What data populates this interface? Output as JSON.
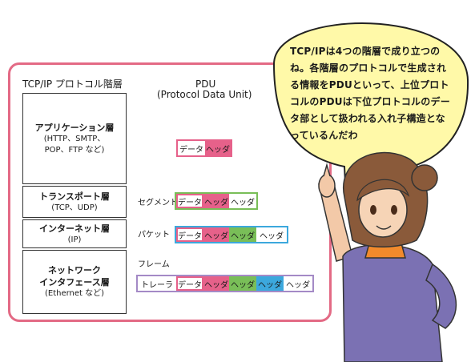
{
  "diagram": {
    "header_left": "TCP/IP プロトコル階層",
    "header_right_1": "PDU",
    "header_right_2": "(Protocol Data Unit)",
    "layers": [
      {
        "name": "アプリケーション層",
        "sub": "(HTTP、SMTP、\nPOP、FTP など)",
        "color": "#e6618a"
      },
      {
        "name": "トランスポート層",
        "sub": "(TCP、UDP)",
        "color": "#79be58"
      },
      {
        "name": "インターネット層",
        "sub": "(IP)",
        "color": "#3ca8dd"
      },
      {
        "name": "ネットワーク\nインタフェース層",
        "sub": "(Ethernet など)",
        "color": "#a48ac6"
      }
    ],
    "pdu_labels": {
      "segment": "セグメント",
      "packet": "パケット",
      "frame": "フレーム"
    },
    "cells": {
      "data": "データ",
      "header": "ヘッダ",
      "trailer": "トレーラ"
    }
  },
  "speech": {
    "text": "TCP/IPは4つの階層で成り立つのね。各階層のプロトコルで生成される情報をPDUといって、上位プロトコルのPDUは下位プロトコルのデータ部として扱われる入れ子構造となっているんだわ"
  }
}
